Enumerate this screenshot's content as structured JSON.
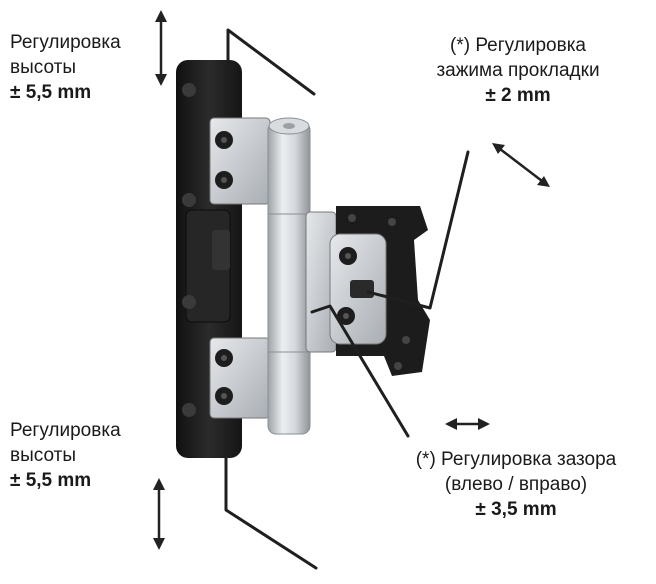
{
  "labels": {
    "top_left": {
      "line1": "Регулировка",
      "line2": "высоты",
      "value": "± 5,5 mm"
    },
    "top_right": {
      "line1": "(*) Регулировка",
      "line2": "зажима прокладки",
      "value": "± 2 mm"
    },
    "bottom_left": {
      "line1": "Регулировка",
      "line2": "высоты",
      "value": "± 5,5 mm"
    },
    "bottom_right": {
      "line1": "(*) Регулировка зазора",
      "line2": "(влево / вправо)",
      "value": "± 3,5 mm"
    }
  },
  "colors": {
    "text": "#1a1a1a",
    "arrow": "#222222",
    "hinge_frame": "#1e1e1e",
    "metal": "#c9ccd0",
    "pin": "#b8bcc1"
  },
  "icons": {
    "arrow_vertical": "double-arrow-vertical-icon",
    "arrow_horizontal": "double-arrow-horizontal-icon",
    "arrow_diagonal": "double-arrow-diagonal-icon",
    "hex_key": "hex-key-icon"
  }
}
